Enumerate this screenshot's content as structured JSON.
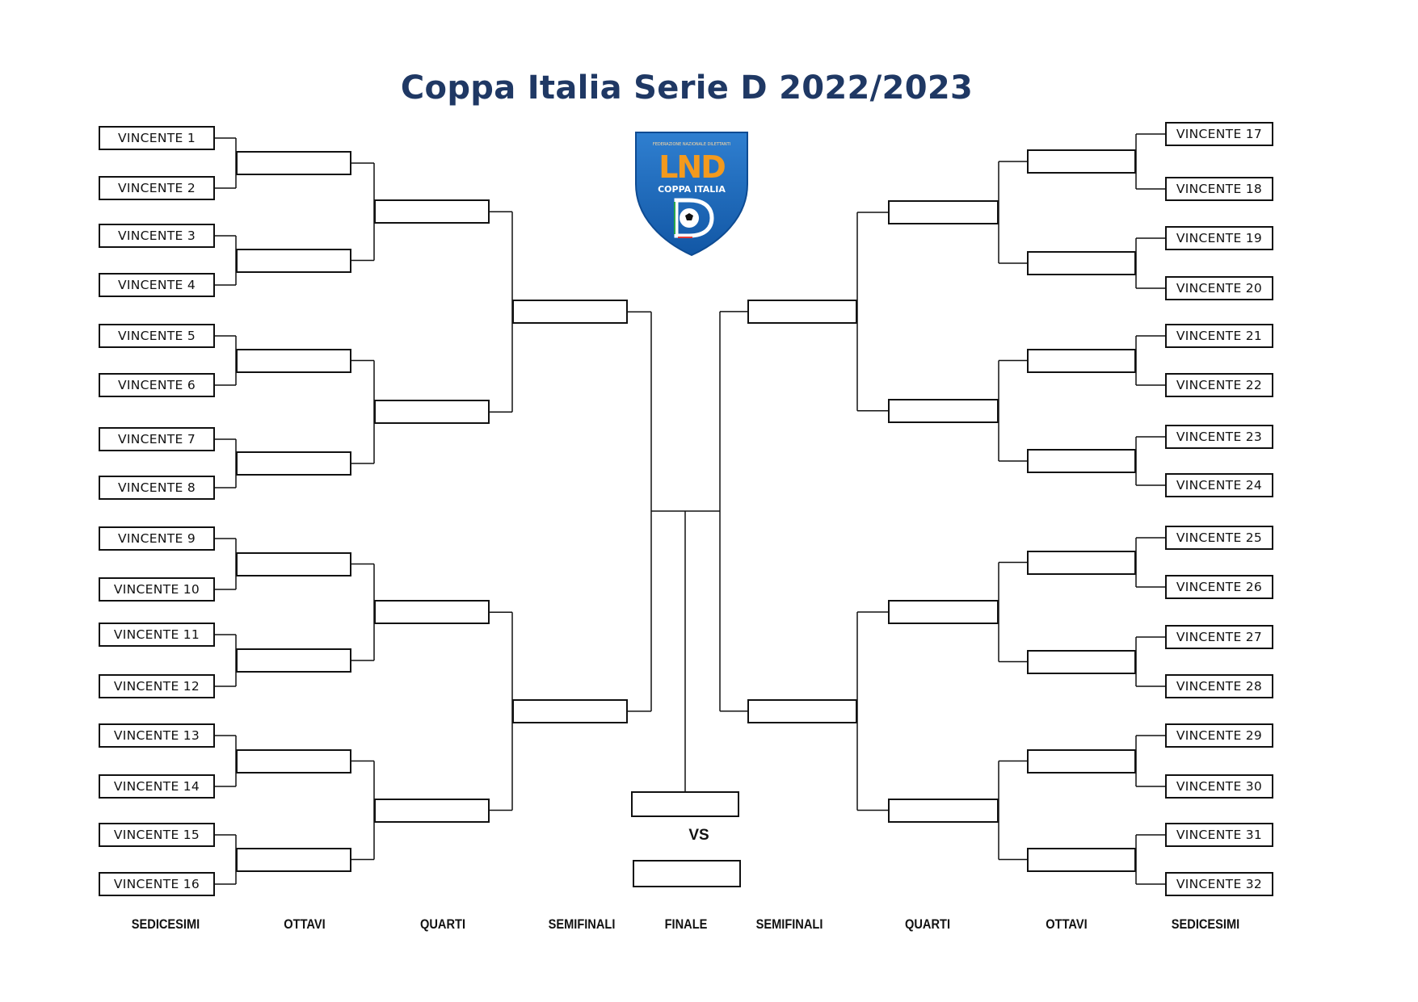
{
  "title": "Coppa Italia Serie D 2022/2023",
  "logo": {
    "small_text": "FEDERAZIONE NAZIONALE DILETTANTI",
    "brand": "LND",
    "subtitle": "COPPA ITALIA",
    "letter": "D"
  },
  "vs_label": "VS",
  "column_labels": [
    "SEDICESIMI",
    "OTTAVI",
    "QUARTI",
    "SEMIFINALI",
    "FINALE",
    "SEMIFINALI",
    "QUARTI",
    "OTTAVI",
    "SEDICESIMI"
  ],
  "left_entries": [
    "VINCENTE 1",
    "VINCENTE 2",
    "VINCENTE 3",
    "VINCENTE 4",
    "VINCENTE 5",
    "VINCENTE 6",
    "VINCENTE 7",
    "VINCENTE 8",
    "VINCENTE 9",
    "VINCENTE 10",
    "VINCENTE 11",
    "VINCENTE 12",
    "VINCENTE 13",
    "VINCENTE 14",
    "VINCENTE 15",
    "VINCENTE 16"
  ],
  "right_entries": [
    "VINCENTE 17",
    "VINCENTE 18",
    "VINCENTE 19",
    "VINCENTE 20",
    "VINCENTE 21",
    "VINCENTE 22",
    "VINCENTE 23",
    "VINCENTE 24",
    "VINCENTE 25",
    "VINCENTE 26",
    "VINCENTE 27",
    "VINCENTE 28",
    "VINCENTE 29",
    "VINCENTE 30",
    "VINCENTE 31",
    "VINCENTE 32"
  ],
  "colors": {
    "title": "#1f3864",
    "shield": "#1a67b5",
    "brand": "#f39a1e",
    "line": "#111111"
  }
}
